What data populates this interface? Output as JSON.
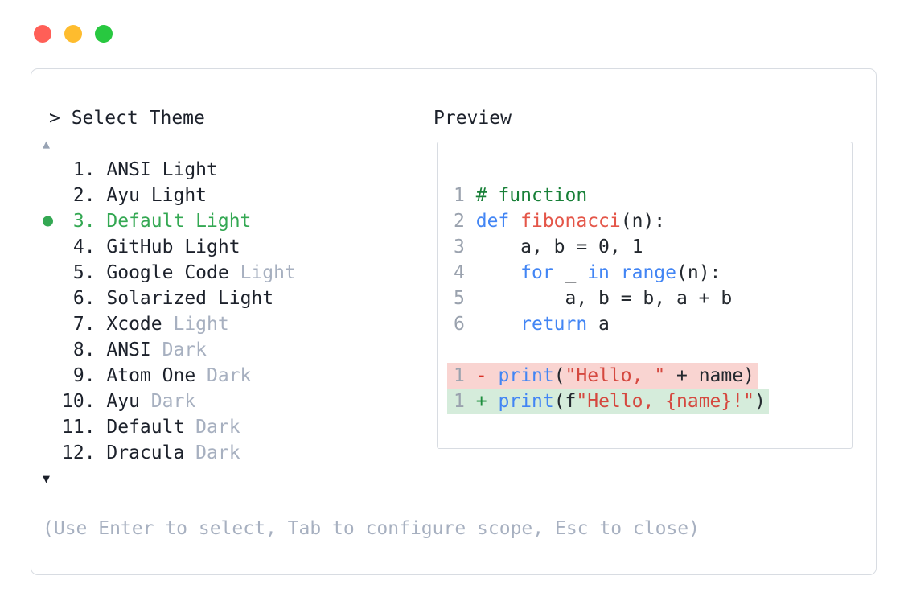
{
  "window": {
    "controls": [
      {
        "name": "close",
        "color": "#ff5f57"
      },
      {
        "name": "minimize",
        "color": "#febc2e"
      },
      {
        "name": "zoom",
        "color": "#28c840"
      }
    ]
  },
  "picker": {
    "title": "> Select Theme",
    "scroll_up": "▲",
    "scroll_down": "▼",
    "items": [
      {
        "num": "1",
        "name": "ANSI",
        "variant": "Light",
        "variant_muted": false,
        "selected": false
      },
      {
        "num": "2",
        "name": "Ayu",
        "variant": "Light",
        "variant_muted": false,
        "selected": false
      },
      {
        "num": "3",
        "name": "Default",
        "variant": "Light",
        "variant_muted": false,
        "selected": true
      },
      {
        "num": "4",
        "name": "GitHub",
        "variant": "Light",
        "variant_muted": false,
        "selected": false
      },
      {
        "num": "5",
        "name": "Google Code",
        "variant": "Light",
        "variant_muted": true,
        "selected": false
      },
      {
        "num": "6",
        "name": "Solarized",
        "variant": "Light",
        "variant_muted": false,
        "selected": false
      },
      {
        "num": "7",
        "name": "Xcode",
        "variant": "Light",
        "variant_muted": true,
        "selected": false
      },
      {
        "num": "8",
        "name": "ANSI",
        "variant": "Dark",
        "variant_muted": true,
        "selected": false
      },
      {
        "num": "9",
        "name": "Atom One",
        "variant": "Dark",
        "variant_muted": true,
        "selected": false
      },
      {
        "num": "10",
        "name": "Ayu",
        "variant": "Dark",
        "variant_muted": true,
        "selected": false
      },
      {
        "num": "11",
        "name": "Default",
        "variant": "Dark",
        "variant_muted": true,
        "selected": false
      },
      {
        "num": "12",
        "name": "Dracula",
        "variant": "Dark",
        "variant_muted": true,
        "selected": false
      }
    ],
    "hint": "(Use Enter to select, Tab to configure scope, Esc to close)"
  },
  "preview": {
    "title": "Preview",
    "code_lines": [
      {
        "type": "code",
        "tokens": [
          [
            "ln",
            "1"
          ],
          [
            "pl",
            " "
          ],
          [
            "cm",
            "# function"
          ]
        ]
      },
      {
        "type": "code",
        "tokens": [
          [
            "ln",
            "2"
          ],
          [
            "pl",
            " "
          ],
          [
            "kw",
            "def"
          ],
          [
            "pl",
            " "
          ],
          [
            "fn",
            "fibonacci"
          ],
          [
            "pl",
            "(n):"
          ]
        ]
      },
      {
        "type": "code",
        "tokens": [
          [
            "ln",
            "3"
          ],
          [
            "pl",
            "     a, b = 0, 1"
          ]
        ]
      },
      {
        "type": "code",
        "tokens": [
          [
            "ln",
            "4"
          ],
          [
            "pl",
            "     "
          ],
          [
            "kw",
            "for"
          ],
          [
            "pl",
            " _ "
          ],
          [
            "kw",
            "in"
          ],
          [
            "pl",
            " "
          ],
          [
            "kw",
            "range"
          ],
          [
            "pl",
            "(n):"
          ]
        ]
      },
      {
        "type": "code",
        "tokens": [
          [
            "ln",
            "5"
          ],
          [
            "pl",
            "         a, b = b, a + b"
          ]
        ]
      },
      {
        "type": "code",
        "tokens": [
          [
            "ln",
            "6"
          ],
          [
            "pl",
            "     "
          ],
          [
            "kw",
            "return"
          ],
          [
            "pl",
            " a"
          ]
        ]
      },
      {
        "type": "blank",
        "tokens": []
      },
      {
        "type": "del",
        "tokens": [
          [
            "ln",
            "1"
          ],
          [
            "pl",
            " "
          ],
          [
            "del",
            "-"
          ],
          [
            "pl",
            " "
          ],
          [
            "kw",
            "print"
          ],
          [
            "pl",
            "("
          ],
          [
            "str",
            "\"Hello, \""
          ],
          [
            "pl",
            " + name)"
          ]
        ]
      },
      {
        "type": "add",
        "tokens": [
          [
            "ln",
            "1"
          ],
          [
            "pl",
            " "
          ],
          [
            "add",
            "+"
          ],
          [
            "pl",
            " "
          ],
          [
            "kw",
            "print"
          ],
          [
            "pl",
            "(f"
          ],
          [
            "str",
            "\"Hello, {name}!\""
          ],
          [
            "pl",
            ")"
          ]
        ]
      }
    ]
  },
  "colors": {
    "accent_green": "#34a853",
    "muted_gray": "#a7b0c0",
    "text_dark": "#1c212b",
    "border": "#d8dce2",
    "scroll_up": "#98a3b4",
    "scroll_down": "#1b1f2a",
    "code_plain": "#24292f",
    "code_lineno": "#9aa2ae",
    "code_comment": "#188038",
    "code_keyword": "#4285f4",
    "code_function": "#e45649",
    "code_string": "#d5483f",
    "diff_del_sign": "#d93025",
    "diff_add_sign": "#1e8e3e",
    "diff_del_bg": "#f9d4d1",
    "diff_add_bg": "#d5ecdb"
  }
}
